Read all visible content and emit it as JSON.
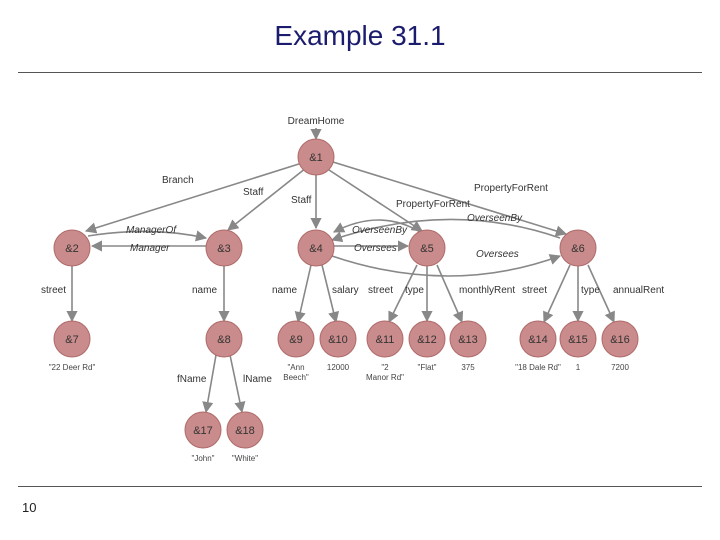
{
  "slide": {
    "title": "Example 31.1",
    "page_number": "10"
  },
  "diagram": {
    "root_label": "DreamHome",
    "nodes": {
      "n1": "&1",
      "n2": "&2",
      "n3": "&3",
      "n4": "&4",
      "n5": "&5",
      "n6": "&6",
      "n7": "&7",
      "n8": "&8",
      "n9": "&9",
      "n10": "&10",
      "n11": "&11",
      "n12": "&12",
      "n13": "&13",
      "n14": "&14",
      "n15": "&15",
      "n16": "&16",
      "n17": "&17",
      "n18": "&18"
    },
    "edge_labels": {
      "branch": "Branch",
      "staff_a": "Staff",
      "staff_b": "Staff",
      "property_for_rent_a": "PropertyForRent",
      "property_for_rent_b": "PropertyForRent",
      "manager_of": "ManagerOf",
      "manager": "Manager",
      "overseen_by_a": "OverseenBy",
      "overseen_by_b": "OverseenBy",
      "oversees_a": "Oversees",
      "oversees_b": "Oversees",
      "street_a": "street",
      "name_a": "name",
      "name_b": "name",
      "salary": "salary",
      "street_b": "street",
      "type_a": "type",
      "monthly_rent": "monthlyRent",
      "street_c": "street",
      "type_b": "type",
      "annual_rent": "annualRent",
      "fname": "fName",
      "lname": "lName"
    },
    "values": {
      "v7": "\"22 Deer Rd\"",
      "v9_line1": "\"Ann",
      "v9_line2": "Beech\"",
      "v10": "12000",
      "v11_line1": "\"2",
      "v11_line2": "Manor Rd\"",
      "v12": "\"Flat\"",
      "v13": "375",
      "v14": "\"18 Dale Rd\"",
      "v15": "1",
      "v16": "7200",
      "v17": "\"John\"",
      "v18": "\"White\""
    }
  }
}
